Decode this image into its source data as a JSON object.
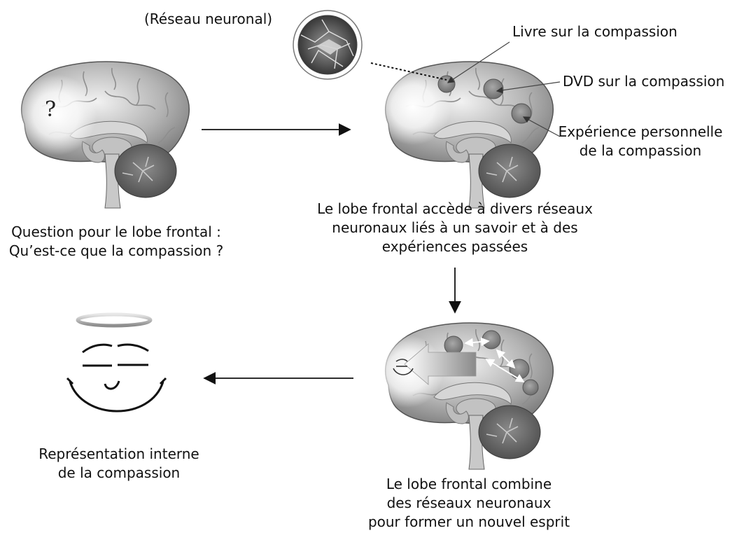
{
  "neural_network_label": "(Réseau neuronal)",
  "labels": {
    "book": "Livre sur la compassion",
    "dvd": "DVD sur la compassion",
    "experience_line1": "Expérience personnelle",
    "experience_line2": "de la compassion"
  },
  "captions": {
    "question_line1": "Question pour le lobe frontal :",
    "question_line2": "Qu’est-ce que la compassion ?",
    "access_line1": "Le lobe frontal accède à divers réseaux",
    "access_line2": "neuronaux liés à un savoir et à des",
    "access_line3": "expériences passées",
    "combine_line1": "Le lobe frontal combine",
    "combine_line2": "des réseaux neuronaux",
    "combine_line3": "pour former un nouvel esprit",
    "representation_line1": "Représentation interne",
    "representation_line2": "de la compassion"
  },
  "question_mark": "?"
}
